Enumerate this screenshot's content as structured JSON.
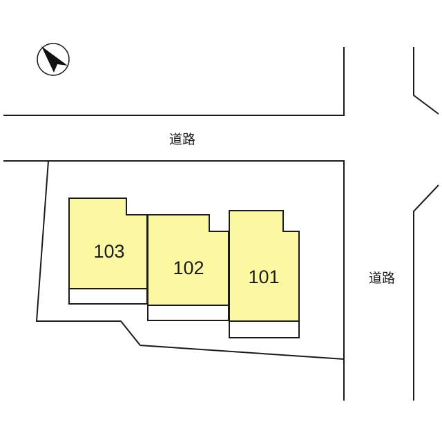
{
  "roads": {
    "north_label": "道路",
    "east_label": "道路"
  },
  "units": [
    {
      "number": "103"
    },
    {
      "number": "102"
    },
    {
      "number": "101"
    }
  ],
  "compass": {
    "icon": "north-arrow-icon"
  },
  "colors": {
    "unit_fill": "#fbf8a1",
    "line": "#1a1a1a",
    "background": "#ffffff"
  }
}
